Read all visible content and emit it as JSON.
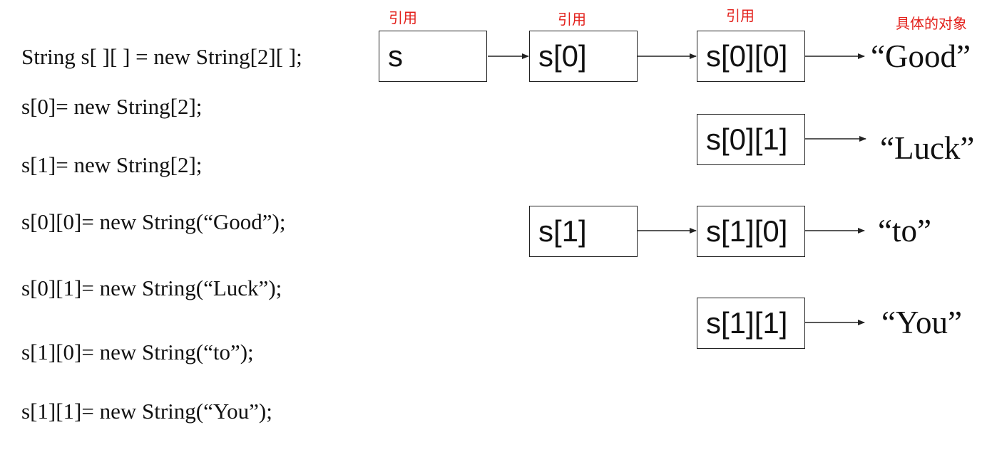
{
  "code_lines": [
    "String s[ ][ ] = new String[2][ ];",
    "s[0]= new String[2];",
    "s[1]= new String[2];",
    "s[0][0]= new String(“Good”);",
    "s[0][1]= new String(“Luck”);",
    "s[1][0]= new String(“to”);",
    "s[1][1]= new String(“You”);"
  ],
  "labels": {
    "ref_s": "引用",
    "ref_s0": "引用",
    "ref_s00": "引用",
    "object": "具体的对象"
  },
  "nodes": {
    "s": "s",
    "s0": "s[0]",
    "s1": "s[1]",
    "s00": "s[0][0]",
    "s01": "s[0][1]",
    "s10": "s[1][0]",
    "s11": "s[1][1]"
  },
  "objects": {
    "good": "“Good”",
    "luck": "“Luck”",
    "to": "“to”",
    "you": "“You”"
  },
  "colors": {
    "label": "#e3211c",
    "line": "#222222",
    "text": "#111111"
  }
}
